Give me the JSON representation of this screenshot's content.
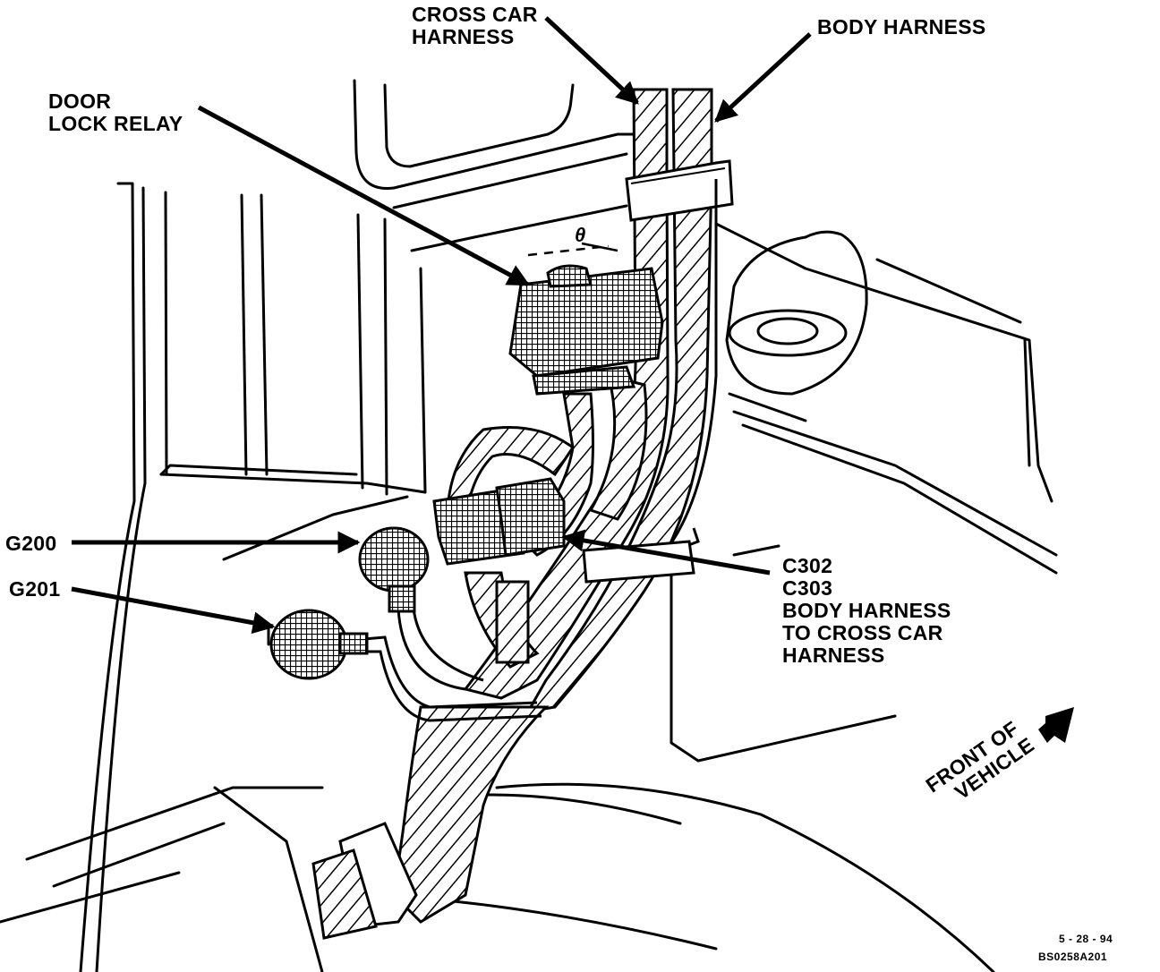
{
  "labels": {
    "cross_car_harness": [
      "CROSS CAR",
      "HARNESS"
    ],
    "body_harness": "BODY HARNESS",
    "door_lock_relay": [
      "DOOR",
      "LOCK RELAY"
    ],
    "g200": "G200",
    "g201": "G201",
    "c302_group": [
      "C302",
      "C303",
      "BODY HARNESS",
      "TO CROSS CAR",
      "HARNESS"
    ],
    "front_of_vehicle": [
      "FRONT OF",
      "VEHICLE"
    ],
    "small_relay_mark": "θ",
    "date": "5 - 28 - 94",
    "figure_code": "BS0258A201"
  },
  "colors": {
    "ink": "#000000",
    "paper": "#ffffff"
  },
  "icons": {
    "front_direction": "arrow-icon",
    "ground": "ground-terminal-icon"
  }
}
